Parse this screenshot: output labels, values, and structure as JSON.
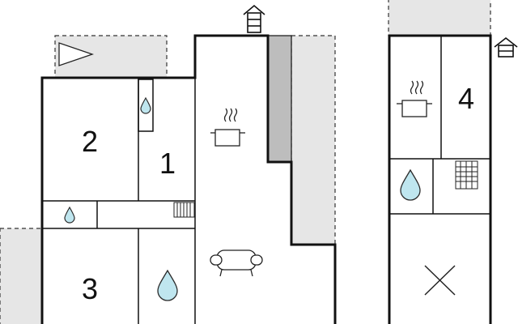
{
  "colors": {
    "wall": "#111111",
    "terrace": "#e6e6e6",
    "stair_fill": "#bdbdbd",
    "water": "#bfe6ef",
    "water_stroke": "#2a2a2a",
    "background": "#ffffff"
  },
  "rooms": [
    {
      "label": "2"
    },
    {
      "label": "1"
    },
    {
      "label": "3"
    },
    {
      "label": "4"
    }
  ],
  "icons": [
    "terrace-flag-icon",
    "entrance-house-icon",
    "kitchen-pot-icon",
    "bathroom-drop-icon",
    "radiator-icon",
    "sofa-icon",
    "cross-icon"
  ]
}
